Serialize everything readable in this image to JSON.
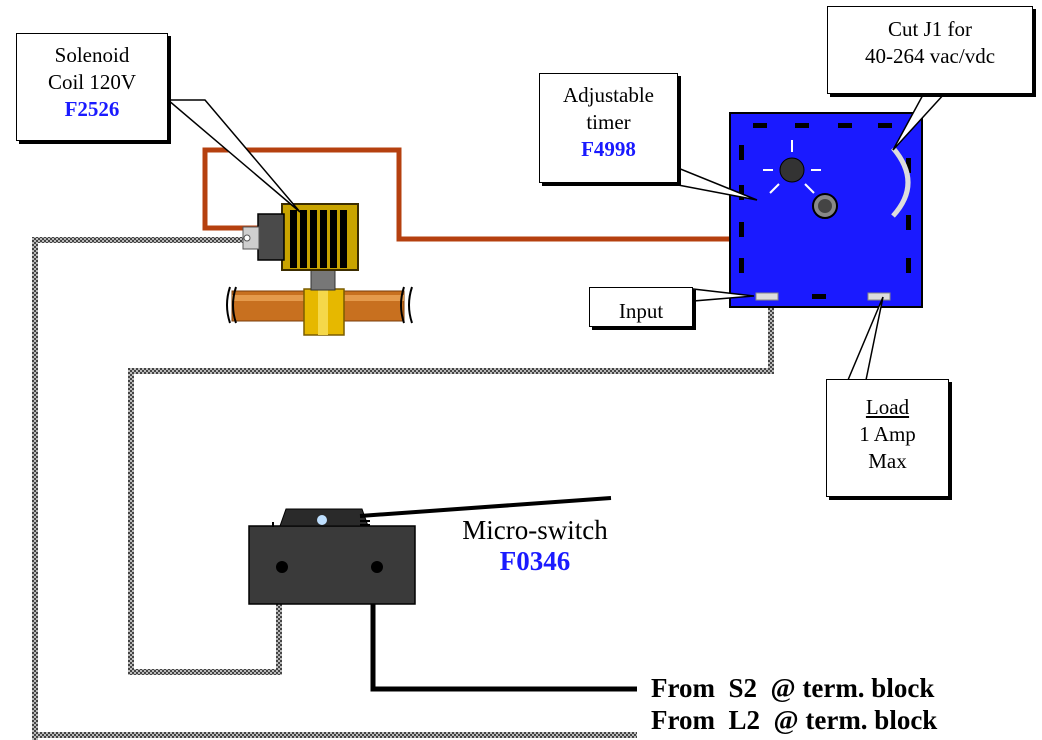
{
  "callouts": {
    "solenoid": {
      "line1": "Solenoid",
      "line2": "Coil 120V",
      "part": "F2526"
    },
    "timer": {
      "line1": "Adjustable",
      "line2": "timer",
      "part": "F4998"
    },
    "cut_j1": {
      "line1": "Cut J1 for",
      "line2": "40-264 vac/vdc"
    },
    "input": {
      "label": "Input"
    },
    "load": {
      "line1": "Load",
      "line2": "1 Amp",
      "line3": "Max"
    }
  },
  "microswitch": {
    "label": "Micro-switch",
    "part": "F0346"
  },
  "connections": {
    "s2": "From  S2  @ term. block",
    "l2": "From  L2  @ term. block"
  },
  "colors": {
    "timer_board": "#1a1aff",
    "part_number": "#1a1aff",
    "brown_wire": "#b5400f",
    "valve_brass": "#e6b800",
    "pipe_copper": "#c8701f",
    "switch_body": "#3a3a3a"
  }
}
